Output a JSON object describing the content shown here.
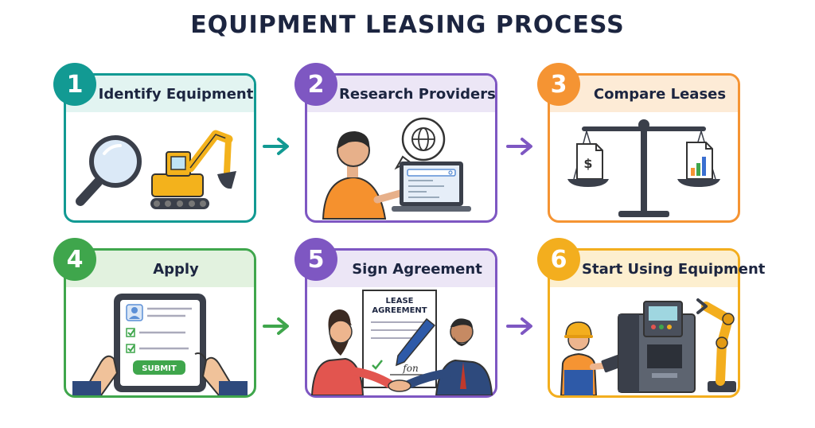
{
  "title": "EQUIPMENT LEASING PROCESS",
  "steps": [
    {
      "number": "1",
      "label": "Identify Equipment",
      "color": "#129a93",
      "light": "#e2f4f1"
    },
    {
      "number": "2",
      "label": "Research Providers",
      "color": "#7e57c2",
      "light": "#ece6f6"
    },
    {
      "number": "3",
      "label": "Compare Leases",
      "color": "#f59433",
      "light": "#fdebd6"
    },
    {
      "number": "4",
      "label": "Apply",
      "color": "#3fa64c",
      "light": "#e2f2df"
    },
    {
      "number": "5",
      "label": "Sign Agreement",
      "color": "#7e57c2",
      "light": "#ece6f6"
    },
    {
      "number": "6",
      "label": "Start Using Equipment",
      "color": "#f3ae1e",
      "light": "#fdefcf"
    }
  ],
  "icons": {
    "s1": [
      "magnifying-glass-icon",
      "excavator-icon"
    ],
    "s2": [
      "person-icon",
      "globe-icon",
      "laptop-icon"
    ],
    "s3": [
      "balance-scale-icon",
      "dollar-document-icon",
      "bar-chart-document-icon"
    ],
    "s4": [
      "tablet-form-icon",
      "hands-icon"
    ],
    "s5": [
      "lease-document-icon",
      "pen-icon",
      "handshake-icon"
    ],
    "s6": [
      "worker-icon",
      "machine-icon",
      "robot-arm-icon"
    ]
  },
  "documents": {
    "dollar_symbol": "$",
    "lease_line1": "LEASE",
    "lease_line2": "AGREEMENT",
    "submit_label": "SUBMIT",
    "signature": "fon"
  }
}
